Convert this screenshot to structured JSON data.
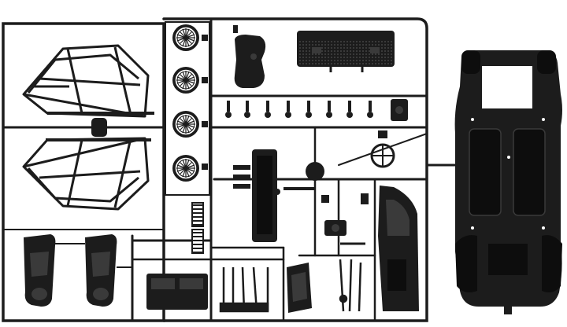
{
  "image": {
    "subject": "plastic-model-kit-sprue",
    "colors": {
      "background": "#ffffff",
      "plastic": "#1c1c1c",
      "plastic_dark": "#0d0d0d",
      "plastic_highlight": "#3a3a3a",
      "hole": "#ffffff"
    }
  },
  "parts": {
    "rollcage_count": 2,
    "wheel_count": 4,
    "seat_count": 2,
    "chassis_count": 1
  }
}
